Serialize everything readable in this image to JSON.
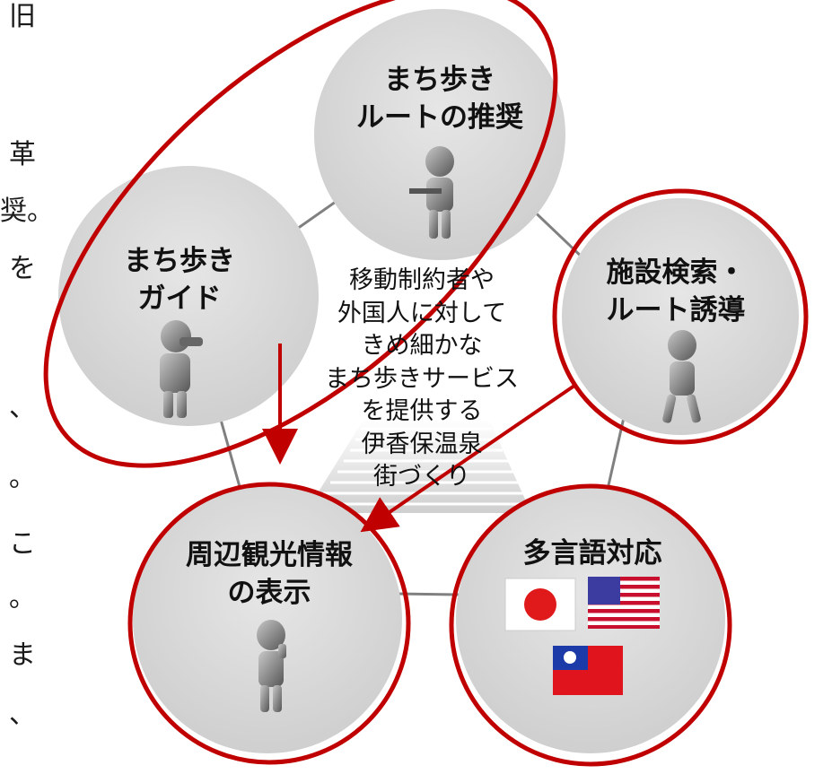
{
  "clipped_margin_text": [
    "旧",
    "革",
    "奨。",
    "を",
    "、",
    "。",
    "こ",
    "。",
    "ま",
    "、"
  ],
  "nodes": {
    "top": [
      "まち歩き",
      "ルートの推奨"
    ],
    "left": [
      "まち歩き",
      "ガイド"
    ],
    "right": [
      "施設検索・",
      "ルート誘導"
    ],
    "bottom_left": [
      "周辺観光情報",
      "の表示"
    ],
    "bottom_right": [
      "多言語対応"
    ]
  },
  "center": [
    "移動制約者や",
    "外国人に対して",
    "きめ細かな",
    "まち歩きサービス",
    "を提供する",
    "伊香保温泉",
    "街づくり"
  ],
  "colors": {
    "circle_fill": "#d9d9d9",
    "highlight": "#c00000",
    "connector": "#7f7f7f"
  },
  "flags": [
    "japan-flag",
    "usa-flag",
    "taiwan-flag"
  ]
}
